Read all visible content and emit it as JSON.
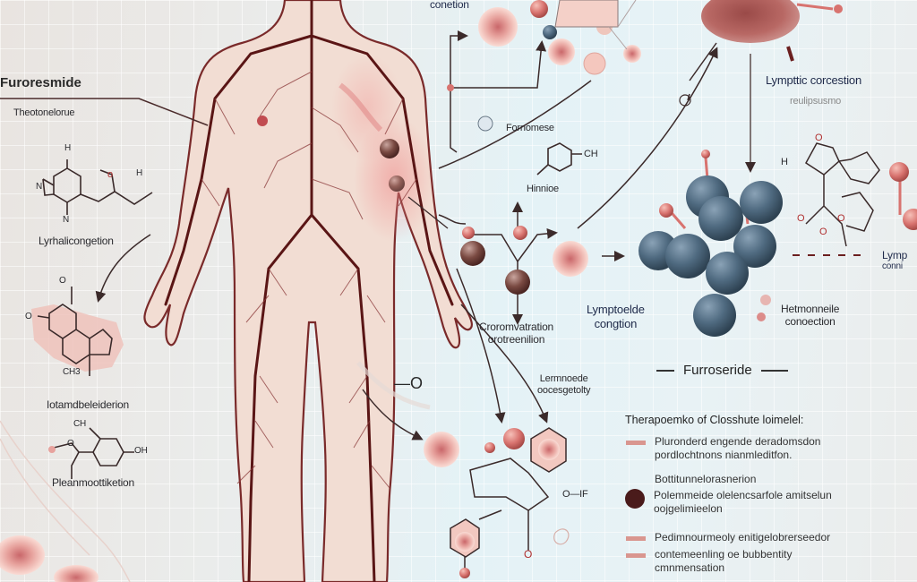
{
  "diagram": {
    "colors": {
      "vessel": "#6b1f1f",
      "skin": "#f0d9cf",
      "inflamed": "#e07a7a",
      "molecule_blue": "#4f6a80",
      "molecule_pink": "#d8736f",
      "ring_fill": "#f2b6ad",
      "text_dark": "#1f2a4a",
      "legend_bar": "#d9968f",
      "legend_dot": "#4a1b1b"
    },
    "left_panel": {
      "title": "Furoresmide",
      "subtitle": "Theotonelorue",
      "molecule1_atoms": [
        "H",
        "O",
        "H",
        "N",
        "N"
      ],
      "molecule1_label": "Lyrhalicongetion",
      "molecule2_atoms": [
        "O",
        "O",
        "CH3"
      ],
      "molecule2_label": "Iotamdbeleiderion",
      "molecule3_atoms": [
        "CH",
        "O",
        "OH"
      ],
      "molecule3_label": "Pleanmoottiketion"
    },
    "top_center": {
      "label_top": "conetion",
      "molecule_label": "Fornomese",
      "benzene_group": "CH",
      "benzene_label": "Hinnioe"
    },
    "top_right": {
      "label": "Lympttic corcestion",
      "sublabel": "reulipsusmo"
    },
    "center": {
      "label1_line1": "Croromvatration",
      "label1_line2": "orotreenilion",
      "label2_line1": "Lymptoelde",
      "label2_line2": "congtion",
      "label3_line1": "Lermnoede",
      "label3_line2": "oocesgetolty",
      "oxygen_label": "—O",
      "lower_molecule_tag": "O—IF",
      "lower_molecule_atoms": [
        "O",
        "O",
        "O"
      ]
    },
    "right_mid": {
      "label_line1": "Hetmonneile",
      "label_line2": "conoection",
      "edge_label_line1": "Lymp",
      "edge_label_line2": "conni",
      "structure_atoms": [
        "O",
        "H",
        "O",
        "O",
        "O"
      ]
    },
    "legend": {
      "heading": "Furroseride",
      "subheading": "Therapoemko of Closshute loimelel:",
      "items": [
        {
          "marker": "bar",
          "text": "Pluronderd engende deradomsdon pordlochtnons nianmleditfon."
        },
        {
          "marker": "none",
          "text": "Bottitunnelorasnerion"
        },
        {
          "marker": "dot",
          "text": "Polemmeide olelencsarfole amitselun oojgelimieelon"
        },
        {
          "marker": "bar",
          "text": "Pedimnourmeoly enitigelobrerseedor"
        },
        {
          "marker": "bar",
          "text": "contemeenling oe bubbentity cmnmensation"
        }
      ]
    }
  }
}
